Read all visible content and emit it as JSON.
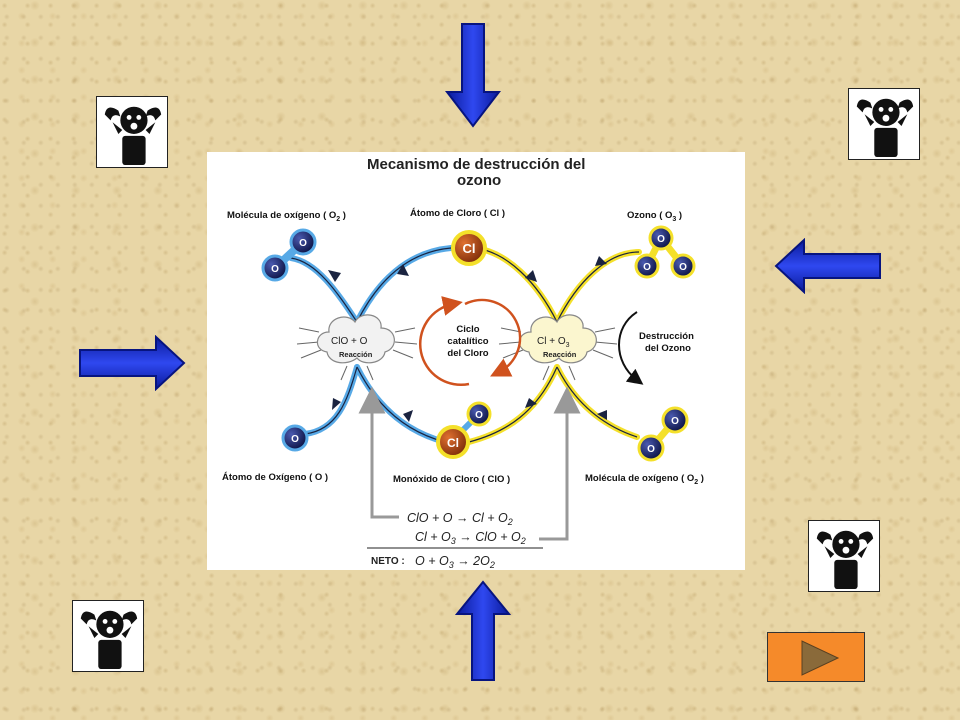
{
  "diagram": {
    "title_line1": "Mecanismo de destrucción del",
    "title_line2": "ozono",
    "labels": {
      "o2_top": "Molécula de oxígeno ( O",
      "o2_top_sub": "2",
      "cl_top": "Átomo de Cloro  ( Cl )",
      "o3_top": "Ozono  ( O",
      "o3_top_sub": "3",
      "o_bottom": "Átomo de Oxígeno  ( O )",
      "clo_bottom": "Monóxido de Cloro  ( ClO )",
      "o2_bottom": "Molécula de oxígeno ( O",
      "o2_bottom_sub": "2"
    },
    "cloud_left": {
      "formula": "ClO + O",
      "label": "Reacción"
    },
    "cloud_right": {
      "formula": "Cl + O",
      "formula_sub": "3",
      "label": "Reacción"
    },
    "cycle_label": [
      "Ciclo",
      "catalítico",
      "del Cloro"
    ],
    "destruction_label": [
      "Destrucción",
      "del Ozono"
    ],
    "atoms": {
      "oxygen": "O",
      "chlorine": "Cl"
    },
    "equations": {
      "eq1": "ClO + O → Cl + O",
      "eq1_sub": "2",
      "eq2": "Cl + O",
      "eq2_sub": "3",
      "eq2_rest": " → ClO + O",
      "eq2_sub2": "2",
      "net_label": "NETO :",
      "net": "O + O",
      "net_sub": "3",
      "net_rest": " → 2O",
      "net_sub2": "2"
    }
  },
  "colors": {
    "arrow_blue": "#1f2fd0",
    "cycle_blue": "#57a9e6",
    "cycle_yellow": "#f4e02a",
    "cycle_red": "#d0521e",
    "next_button": "#f58a2a"
  },
  "icons": [
    "scared-person-icon",
    "scared-person-icon",
    "scared-person-icon",
    "scared-person-icon",
    "down-arrow-icon",
    "up-arrow-icon",
    "left-arrow-icon",
    "right-arrow-icon",
    "play-triangle-icon"
  ]
}
